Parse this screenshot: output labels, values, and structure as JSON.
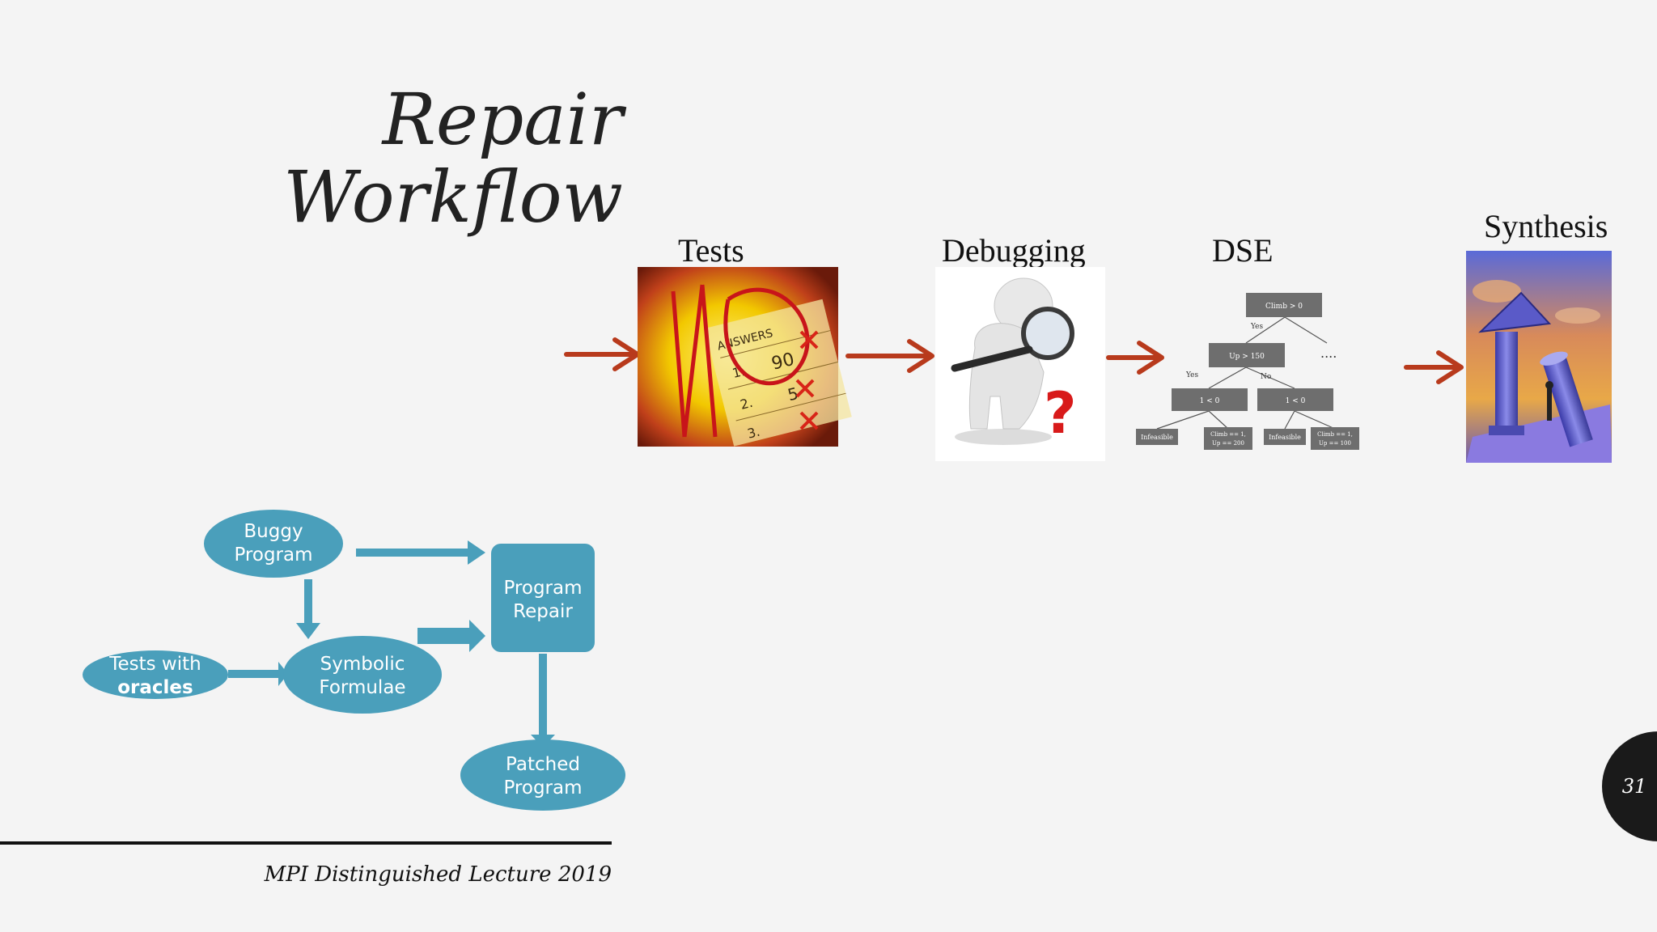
{
  "title": {
    "line1": "Repair",
    "line2": "Workflow"
  },
  "pipeline": {
    "stages": [
      {
        "label": "Tests"
      },
      {
        "label": "Debugging"
      },
      {
        "label": "DSE"
      },
      {
        "label": "Synthesis"
      }
    ],
    "tests_image_text": {
      "answers": "ANSWERS",
      "n1": "1.",
      "n2": "2.",
      "n3": "3.",
      "v1": "90",
      "v2": "5"
    }
  },
  "dse_tree": {
    "root": "Climb > 0",
    "yes1": "Yes",
    "mid": "Up > 150",
    "ellipsis": "....",
    "yes2": "Yes",
    "no2": "No",
    "left": "1 < 0",
    "right": "1 < 0",
    "leaf1": "Infeasible",
    "leaf2a": "Climb == 1,",
    "leaf2b": "Up == 200",
    "leaf3": "Infeasible",
    "leaf4a": "Climb == 1,",
    "leaf4b": "Up == 100"
  },
  "diagram": {
    "buggy": [
      "Buggy",
      "Program"
    ],
    "tests": [
      "Tests with",
      "oracles"
    ],
    "symbolic": [
      "Symbolic",
      "Formulae"
    ],
    "repair": [
      "Program",
      "Repair"
    ],
    "patched": [
      "Patched",
      "Program"
    ],
    "color": "#4a9fbb"
  },
  "footer": {
    "text": "MPI Distinguished Lecture 2019"
  },
  "slide_number": "31",
  "colors": {
    "arrow": "#b83a1c",
    "background": "#f4f4f4",
    "badge": "#1a1a1a"
  }
}
